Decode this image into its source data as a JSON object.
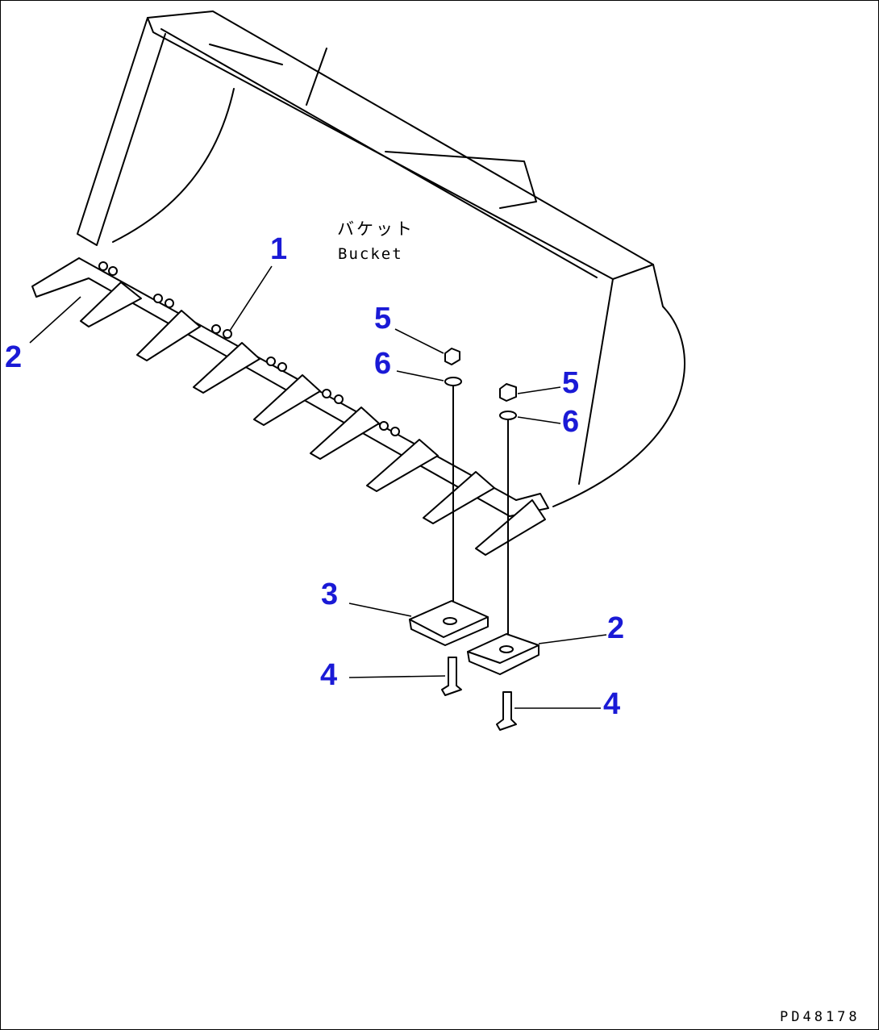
{
  "labels": {
    "bucket_jp": "バケット",
    "bucket_en": "Bucket",
    "drawing_code": "PD48178"
  },
  "callouts": [
    {
      "id": "c1",
      "text": "1"
    },
    {
      "id": "c2a",
      "text": "2"
    },
    {
      "id": "c2b",
      "text": "2"
    },
    {
      "id": "c3",
      "text": "3"
    },
    {
      "id": "c4a",
      "text": "4"
    },
    {
      "id": "c4b",
      "text": "4"
    },
    {
      "id": "c5a",
      "text": "5"
    },
    {
      "id": "c5b",
      "text": "5"
    },
    {
      "id": "c6a",
      "text": "6"
    },
    {
      "id": "c6b",
      "text": "6"
    }
  ],
  "colors": {
    "callout": "#1a1ad6",
    "line": "#000000",
    "background": "#ffffff"
  }
}
